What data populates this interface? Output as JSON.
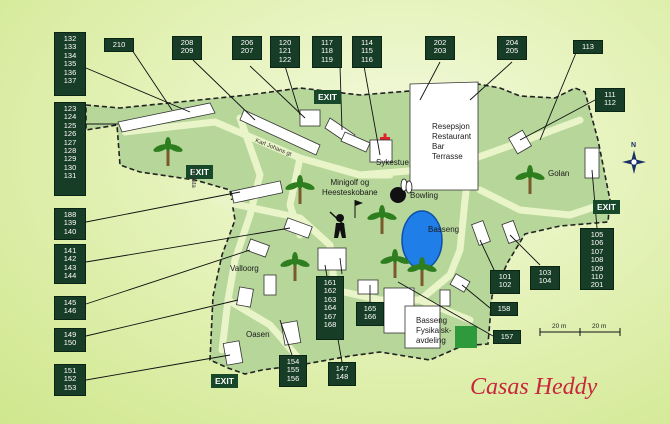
{
  "brand": "Casas Heddy",
  "compass": "N",
  "scale": {
    "label_a": "20 m",
    "label_b": "20 m"
  },
  "exits": [
    "EXIT",
    "EXIT",
    "EXIT",
    "EXIT"
  ],
  "streets": {
    "street_a": "Karl Johans gt",
    "street_b": "Storgata"
  },
  "places": {
    "reception": "Resepsjon\nRestaurant\nBar\nTerrasse",
    "sick_bay": "Sykestue",
    "minigolf": "Minigolf og\nHeesteskobane",
    "bowling": "Bowling",
    "pool": "Basseng",
    "golan": "Golan",
    "valloorg": "Valloorg",
    "oasen": "Oasen",
    "physio": "Basseng\nFysikalsk-\navdeling"
  },
  "labels": {
    "l132": "132\n133\n134\n135\n136\n137",
    "l210": "210",
    "l208": "208\n209",
    "l206": "206\n207",
    "l120": "120\n121\n122",
    "l117": "117\n118\n119",
    "l114": "114\n115\n116",
    "l202": "202\n203",
    "l204": "204\n205",
    "l113": "113",
    "l111": "111\n112",
    "l123": "123\n124\n125\n126\n127\n128\n129\n130\n131",
    "l188": "188\n139\n140",
    "l141": "141\n142\n143\n144",
    "l145": "145\n146",
    "l149": "149\n150",
    "l151": "151\n152\n153",
    "l154": "154\n155\n156",
    "l147": "147\n148",
    "l161": "161\n162\n163\n164\n167\n168",
    "l165": "165\n166",
    "l101": "101\n102",
    "l103": "103\n104",
    "l105": "105\n106\n107\n108\n109\n110\n201",
    "l158": "158",
    "l157": "157"
  },
  "colors": {
    "label_bg": "#173d26",
    "area": "#b6d69a",
    "path": "#e9f4c8",
    "pool": "#1f7ee8",
    "brand": "#c8263c",
    "cross": "#e0232b"
  }
}
